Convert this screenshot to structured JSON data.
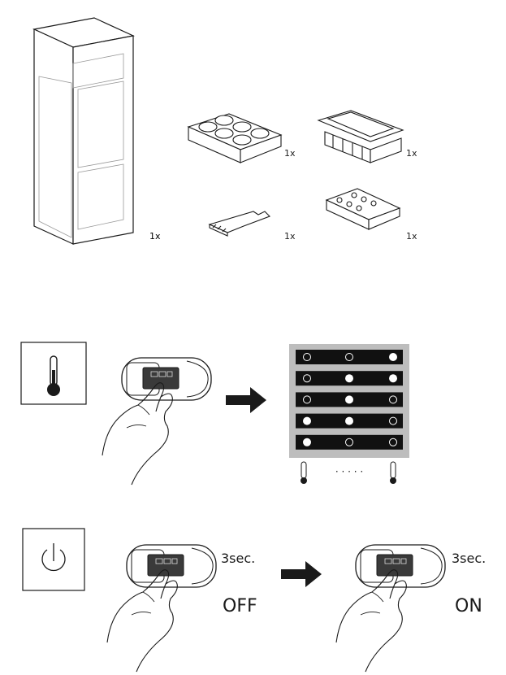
{
  "accessories": {
    "fridge_qty": "1x",
    "egg_tray_qty": "1x",
    "ice_tray_qty": "1x",
    "bracket_qty": "1x",
    "shelf_holder_qty": "1x"
  },
  "temperature": {
    "icon": "thermometer-icon",
    "indicator_rows": [
      [
        "off",
        "off",
        "on"
      ],
      [
        "off",
        "on",
        "on"
      ],
      [
        "off",
        "on",
        "off"
      ],
      [
        "on",
        "on",
        "off"
      ],
      [
        "on",
        "off",
        "off"
      ]
    ],
    "dots": "· · · · ·"
  },
  "power": {
    "icon": "power-icon",
    "off_duration": "3sec.",
    "off_label": "OFF",
    "on_duration": "3sec.",
    "on_label": "ON"
  },
  "colors": {
    "panel_bg": "#bdbdbd",
    "row_bg": "#111111",
    "ink": "#1a1a1a"
  }
}
